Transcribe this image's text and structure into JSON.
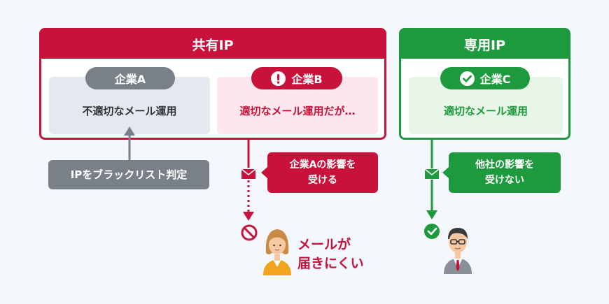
{
  "shared_ip": {
    "title": "共有IP",
    "company_a": {
      "label": "企業A",
      "status": "不適切なメール運用"
    },
    "company_b": {
      "label": "企業B",
      "status": "適切なメール運用だが…"
    }
  },
  "dedicated_ip": {
    "title": "専用IP",
    "company_c": {
      "label": "企業C",
      "status": "適切なメール運用"
    }
  },
  "blacklist_label": "IPをブラックリスト判定",
  "callout_b": "企業Aの影響を\n受ける",
  "callout_c": "他社の影響を\n受けない",
  "result_b": "メールが\n届きにくい",
  "colors": {
    "red": "#c8123c",
    "green": "#1e9a3e",
    "gray": "#7a8088",
    "light_gray": "#e3e9ef",
    "light_pink": "#fde6ec",
    "light_green": "#e7f6e6"
  },
  "icons": {
    "warning": "exclamation-circle-icon",
    "check": "check-circle-icon",
    "envelope": "envelope-icon",
    "blocked": "no-entry-icon",
    "person_b": "woman-avatar-icon",
    "person_c": "man-avatar-icon"
  }
}
